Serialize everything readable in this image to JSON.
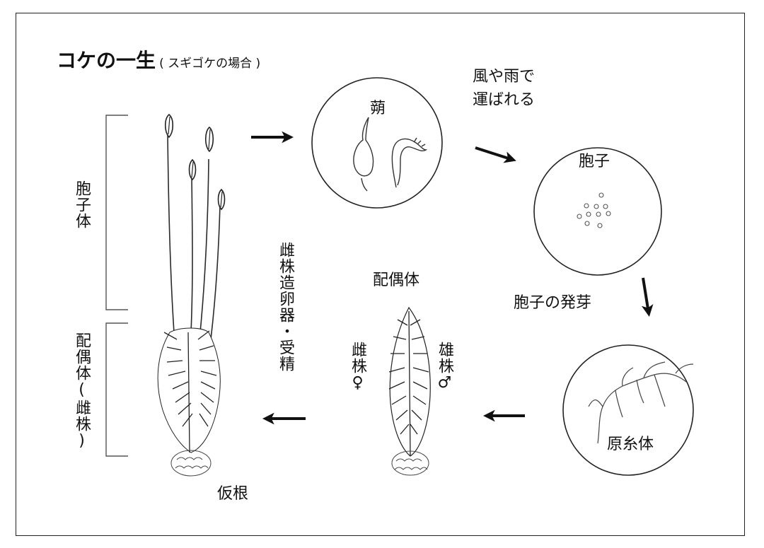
{
  "title": {
    "main": "コケの一生",
    "sub": "( スギゴケの場合 )"
  },
  "labels": {
    "capsule": "蒴",
    "wind_rain_line1": "風や雨で",
    "wind_rain_line2": "運ばれる",
    "spore": "胞子",
    "germination": "胞子の発芽",
    "protonema": "原糸体",
    "gametophyte": "配偶体",
    "female": "雌株♀",
    "male": "雄株♂",
    "fertilization": "雌株造卵器・受精",
    "sporophyte": "胞子体",
    "gametophyte_female": "配偶体(雌株)",
    "rhizoid": "仮根"
  },
  "colors": {
    "line": "#222222",
    "plant": "#2a2a2a",
    "background": "#ffffff"
  },
  "icons": [
    "arrow-right",
    "arrow-down-right",
    "arrow-down",
    "arrow-left",
    "bracket"
  ]
}
